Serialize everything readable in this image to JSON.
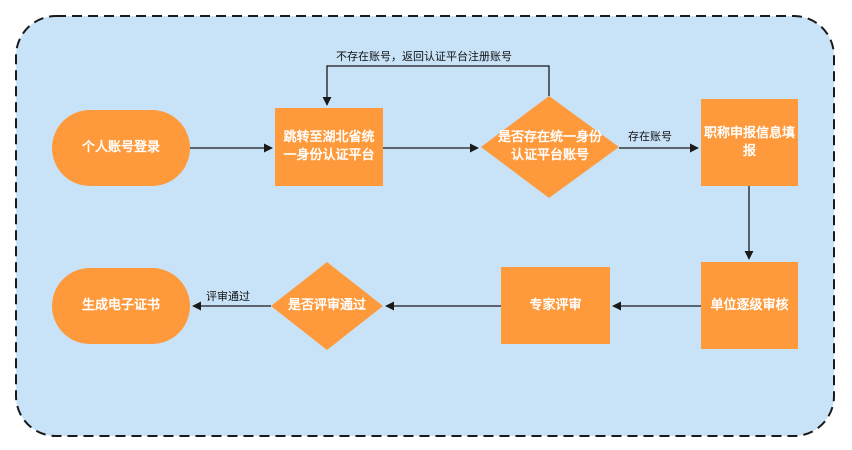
{
  "colors": {
    "background_panel": "#C8E2F7",
    "panel_border": "#1A1A1A",
    "node_fill": "#FF9A3C",
    "node_text": "#FFFFFF",
    "edge": "#1A1A1A"
  },
  "nodes": {
    "personal_login": "个人账号登录",
    "jump_platform_line1": "跳转至湖北省统",
    "jump_platform_line2": "一身份认证平台",
    "has_account_line1": "是否存在统一身份",
    "has_account_line2": "认证平台账号",
    "title_info_line1": "职称申报信息填",
    "title_info_line2": "报",
    "unit_review": "单位逐级审核",
    "expert_review": "专家评审",
    "review_passed": "是否评审通过",
    "certificate": "生成电子证书"
  },
  "edge_labels": {
    "no_account": "不存在账号，返回认证平台注册账号",
    "has_account": "存在账号",
    "passed": "评审通过"
  }
}
